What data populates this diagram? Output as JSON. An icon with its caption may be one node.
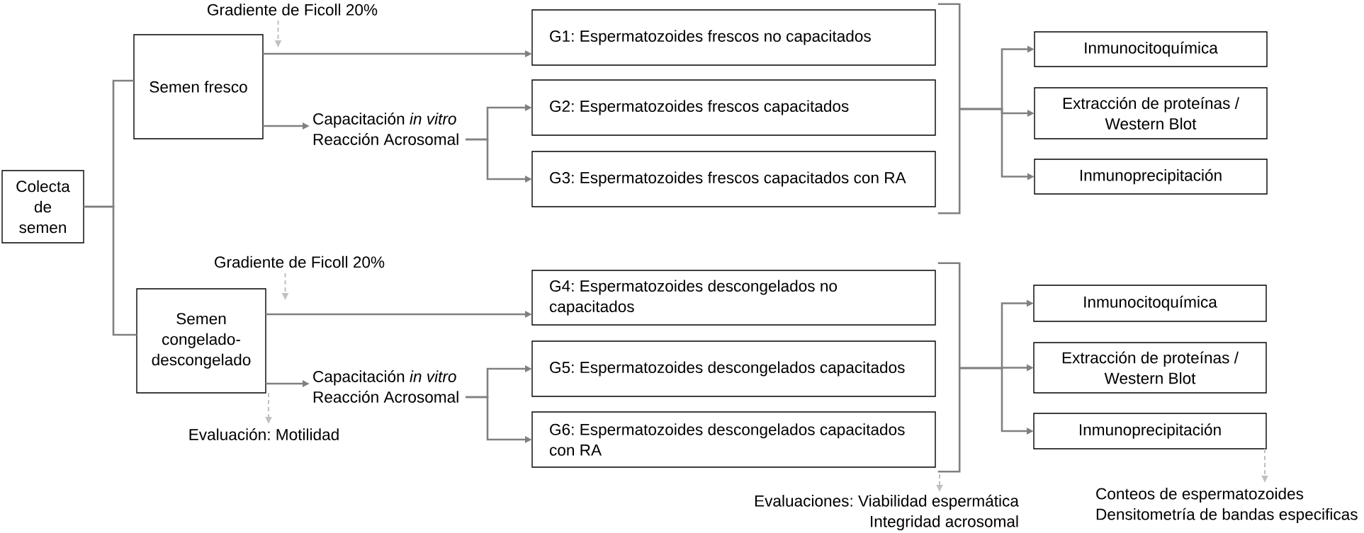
{
  "diagram": {
    "nodes": [
      {
        "text": [
          "Colecta de semen"
        ]
      },
      {
        "text": [
          "Semen fresco"
        ]
      },
      {
        "text": [
          "Gradiente de Ficoll 20%"
        ]
      },
      {
        "text": [
          "Capacitación *in vitro* Reacción Acrosomal"
        ]
      },
      {
        "text": [
          "G1: Espermatozoides frescos no capacitados"
        ]
      },
      {
        "text": [
          "G2: Espermatozoides frescos capacitados"
        ]
      },
      {
        "text": [
          "G3: Espermatozoides frescos capacitados con RA"
        ]
      },
      {
        "text": [],
        "shape": "bracket"
      },
      {
        "text": [
          "Inmunocitoquímica"
        ]
      },
      {
        "text": [
          "Extracción de proteínas / Western Blot"
        ]
      },
      {
        "text": [
          "Inmunoprecipitación"
        ]
      },
      {
        "text": [
          "Semen congelado-descongelado"
        ]
      },
      {
        "text": [
          "Gradiente de Ficoll 20%"
        ]
      },
      {
        "text": [
          "Capacitación *in vitro* Reacción Acrosomal"
        ]
      },
      {
        "text": [
          "Evaluación: Motilidad"
        ]
      },
      {
        "text": [
          "G4: Espermatozoides descongelados no capacitados"
        ]
      },
      {
        "text": [
          "G5: Espermatozoides descongelados capacitados"
        ]
      },
      {
        "text": [
          "G6: Espermatozoides descongelados capacitados con RA"
        ]
      },
      {
        "text": [],
        "shape": "bracket"
      },
      {
        "text": [
          "Inmunocitoquímica"
        ]
      },
      {
        "text": [
          "Extracción de proteínas / Western Blot"
        ]
      },
      {
        "text": [
          "Inmunoprecipitación"
        ]
      },
      {
        "text": [
          "Evaluaciones: Viabilidad espermática Integridad acrosomal"
        ]
      },
      {
        "text": [
          "Conteos de espermatozoides Densitometría de bandas especificas"
        ]
      }
    ],
    "edges": [
      {
        "from": 0,
        "to": 1,
        "arrow": "none"
      },
      {
        "from": 0,
        "to": 11,
        "arrow": "none"
      },
      {
        "from": 1,
        "to": 4,
        "arrow": "to"
      },
      {
        "from": 1,
        "to": 3,
        "arrow": "to"
      },
      {
        "from": 3,
        "to": 5,
        "arrow": "to"
      },
      {
        "from": 3,
        "to": 6,
        "arrow": "to"
      },
      {
        "from": 7,
        "to": 8,
        "arrow": "to"
      },
      {
        "from": 7,
        "to": 9,
        "arrow": "to"
      },
      {
        "from": 7,
        "to": 10,
        "arrow": "to"
      },
      {
        "from": 2,
        "to": null,
        "arrow": "to",
        "style": "dashed",
        "color": "#c0c0c0"
      },
      {
        "from": 11,
        "to": 15,
        "arrow": "to"
      },
      {
        "from": 11,
        "to": 13,
        "arrow": "to"
      },
      {
        "from": 13,
        "to": 16,
        "arrow": "to"
      },
      {
        "from": 13,
        "to": 17,
        "arrow": "to"
      },
      {
        "from": 18,
        "to": 19,
        "arrow": "to"
      },
      {
        "from": 18,
        "to": 20,
        "arrow": "to"
      },
      {
        "from": 18,
        "to": 21,
        "arrow": "to"
      },
      {
        "from": 12,
        "to": null,
        "arrow": "to",
        "style": "dashed",
        "color": "#c0c0c0"
      },
      {
        "from": 11,
        "to": 14,
        "arrow": "to",
        "style": "dashed",
        "color": "#c0c0c0"
      },
      {
        "from": 18,
        "to": 22,
        "arrow": "to",
        "style": "dashed",
        "color": "#c0c0c0"
      },
      {
        "from": 21,
        "to": 23,
        "arrow": "to",
        "style": "dashed",
        "color": "#c0c0c0"
      }
    ]
  }
}
